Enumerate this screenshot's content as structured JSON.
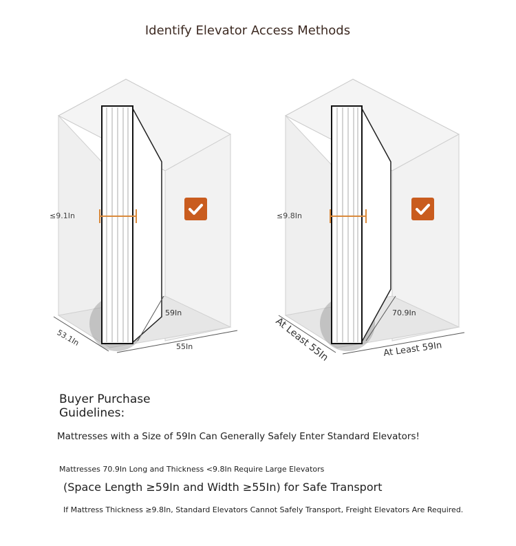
{
  "title": "Identify Elevator Access Methods",
  "diagrams": [
    {
      "thickness_label": "≤9.1In",
      "mattress_label": "59In",
      "depth_label": "53.1In",
      "width_label": "55In"
    },
    {
      "thickness_label": "≤9.8In",
      "mattress_label": "70.9In",
      "depth_label": "At Least 55In",
      "width_label": "At Least 59In"
    }
  ],
  "icons": {
    "check": "checkmark-icon"
  },
  "colors": {
    "accent": "#c95c1e",
    "measure": "#d9893b",
    "title": "#3d2a22"
  },
  "guidelines": {
    "heading_line1": "Buyer Purchase",
    "heading_line2": "Guidelines:",
    "line1": "Mattresses with a Size of 59In Can Generally Safely Enter Standard Elevators!",
    "line2": "Mattresses 70.9In Long and Thickness <9.8In Require Large Elevators",
    "line3": "(Space Length ≥59In and Width ≥55In) for Safe Transport",
    "line4": "If Mattress Thickness ≥9.8In, Standard Elevators Cannot Safely Transport, Freight Elevators Are Required."
  }
}
